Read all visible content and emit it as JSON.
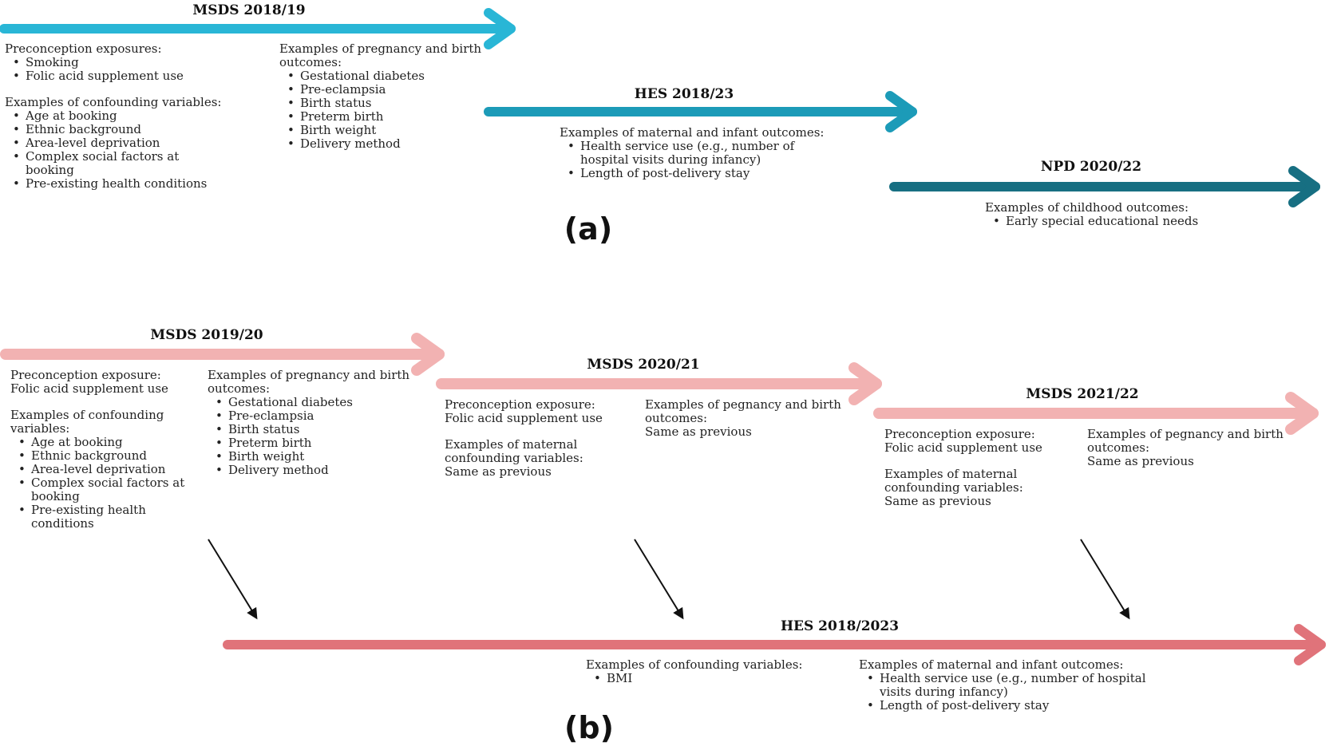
{
  "colors": {
    "msds_a": "#29b6d6",
    "hes_a": "#1c9bb8",
    "npd_a": "#176f82",
    "msds_b": "#f2b2b2",
    "hes_b": "#e0737a",
    "connector": "#111111"
  },
  "panel_a": {
    "label": "(a)",
    "msds": {
      "title": "MSDS 2018/19",
      "left": {
        "sections": [
          {
            "heading": "Preconception exposures:",
            "items": [
              "Smoking",
              "Folic acid supplement use"
            ]
          },
          {
            "heading": "Examples of confounding variables:",
            "items": [
              "Age at booking",
              "Ethnic background",
              "Area-level deprivation",
              "Complex social factors at\nbooking",
              "Pre-existing health conditions"
            ]
          }
        ]
      },
      "right": {
        "sections": [
          {
            "heading": "Examples of pregnancy and birth\noutcomes:",
            "items": [
              "Gestational diabetes",
              "Pre-eclampsia",
              "Birth status",
              "Preterm birth",
              "Birth weight",
              "Delivery method"
            ]
          }
        ]
      }
    },
    "hes": {
      "title": "HES 2018/23",
      "sections": [
        {
          "heading": "Examples of maternal and infant outcomes:",
          "items": [
            "Health service use (e.g., number of\nhospital visits during infancy)",
            "Length of post-delivery stay"
          ]
        }
      ]
    },
    "npd": {
      "title": "NPD 2020/22",
      "sections": [
        {
          "heading": "Examples of childhood outcomes:",
          "items": [
            "Early special educational needs"
          ]
        }
      ]
    }
  },
  "panel_b": {
    "label": "(b)",
    "msds1": {
      "title": "MSDS 2019/20",
      "left": {
        "exposure_heading": "Preconception exposure:",
        "exposure_value": "Folic acid supplement use",
        "confounding_heading": "Examples of confounding\nvariables:",
        "confounding_items": [
          "Age at booking",
          "Ethnic background",
          "Area-level deprivation",
          "Complex social factors at\nbooking",
          "Pre-existing health\nconditions"
        ]
      },
      "right": {
        "heading": "Examples of pregnancy and birth\noutcomes:",
        "items": [
          "Gestational diabetes",
          "Pre-eclampsia",
          "Birth status",
          "Preterm birth",
          "Birth weight",
          "Delivery method"
        ]
      }
    },
    "msds2": {
      "title": "MSDS 2020/21",
      "left": {
        "exposure_heading": "Preconception exposure:",
        "exposure_value": "Folic acid supplement use",
        "confounding_heading": "Examples of maternal\nconfounding variables:",
        "confounding_value": "Same as previous"
      },
      "right": {
        "heading": "Examples of pegnancy and birth\noutcomes:",
        "value": "Same as previous"
      }
    },
    "msds3": {
      "title": "MSDS 2021/22",
      "left": {
        "exposure_heading": "Preconception exposure:",
        "exposure_value": "Folic acid supplement use",
        "confounding_heading": "Examples of maternal\nconfounding variables:",
        "confounding_value": "Same as previous"
      },
      "right": {
        "heading": "Examples of pegnancy and birth\noutcomes:",
        "value": "Same as previous"
      }
    },
    "hes": {
      "title": "HES 2018/2023",
      "confounding_heading": "Examples of confounding variables:",
      "confounding_items": [
        "BMI"
      ],
      "outcomes_heading": "Examples of maternal and infant outcomes:",
      "outcomes_items": [
        "Health service use (e.g., number of hospital\nvisits during infancy)",
        "Length of post-delivery stay"
      ]
    }
  }
}
